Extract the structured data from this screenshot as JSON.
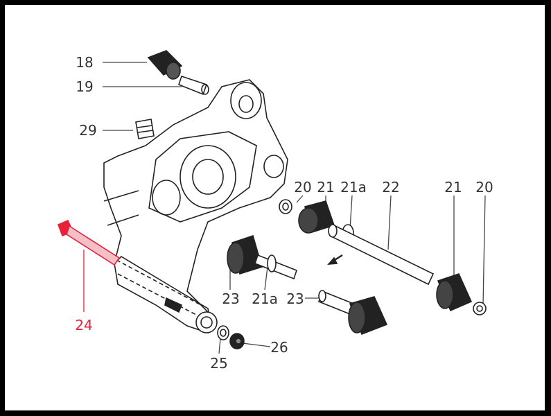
{
  "diagram": {
    "type": "exploded-parts-diagram",
    "highlight_color": "#e8203a",
    "line_color": "#222222",
    "labels": {
      "p18": "18",
      "p19": "19",
      "p29": "29",
      "p20a": "20",
      "p21a": "21",
      "p21aa": "21a",
      "p22": "22",
      "p21b": "21",
      "p20b": "20",
      "p23a": "23",
      "p21ab": "21a",
      "p23b": "23",
      "p24": "24",
      "p25": "25",
      "p26": "26"
    }
  }
}
